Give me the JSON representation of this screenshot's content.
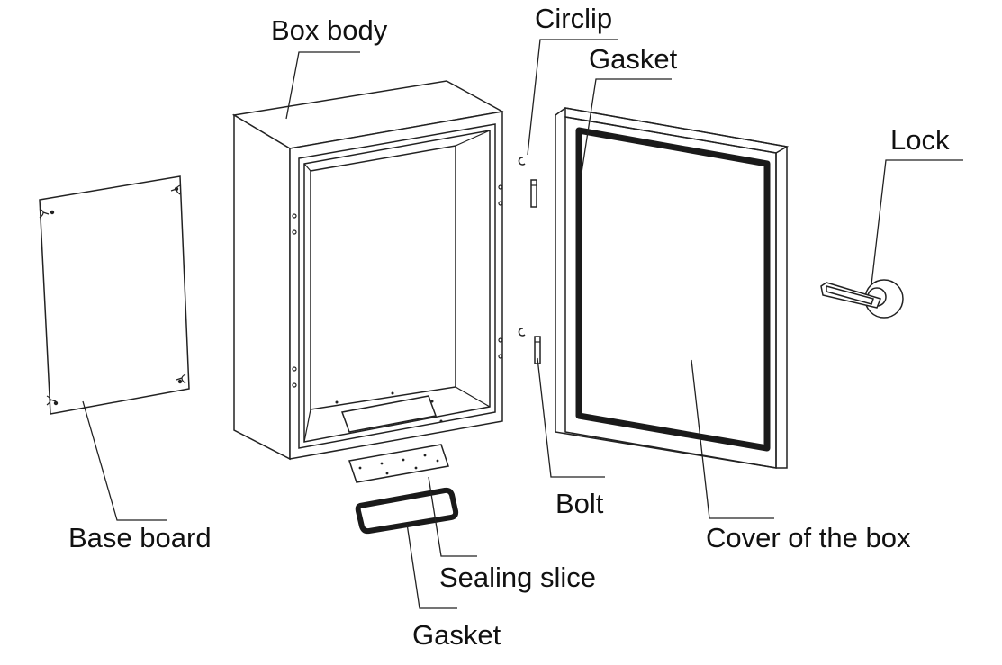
{
  "labels": {
    "box_body": "Box body",
    "circlip": "Circlip",
    "gasket_top": "Gasket",
    "lock": "Lock",
    "base_board": "Base board",
    "bolt": "Bolt",
    "cover_of_the_box": "Cover of the box",
    "sealing_slice": "Sealing slice",
    "gasket_bottom": "Gasket"
  }
}
